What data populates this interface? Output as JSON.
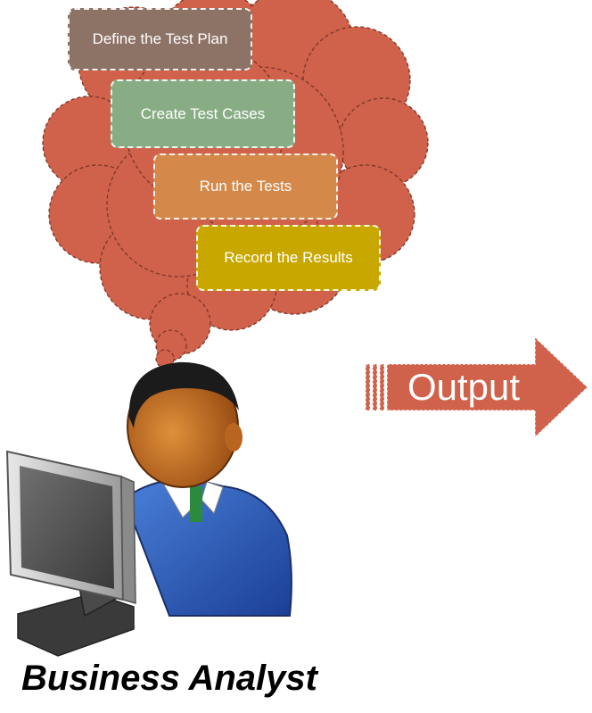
{
  "steps": [
    {
      "label": "Define the Test Plan",
      "color": "#8d7266"
    },
    {
      "label": "Create Test Cases",
      "color": "#88ad85"
    },
    {
      "label": "Run the Tests",
      "color": "#d4894a"
    },
    {
      "label": "Record the Results",
      "color": "#c8a800"
    }
  ],
  "thought_cloud": {
    "color": "#d0614a"
  },
  "output": {
    "label": "Output",
    "color": "#d0614a"
  },
  "analyst": {
    "label": "Business Analyst",
    "icon": "business-analyst-at-computer-icon"
  }
}
